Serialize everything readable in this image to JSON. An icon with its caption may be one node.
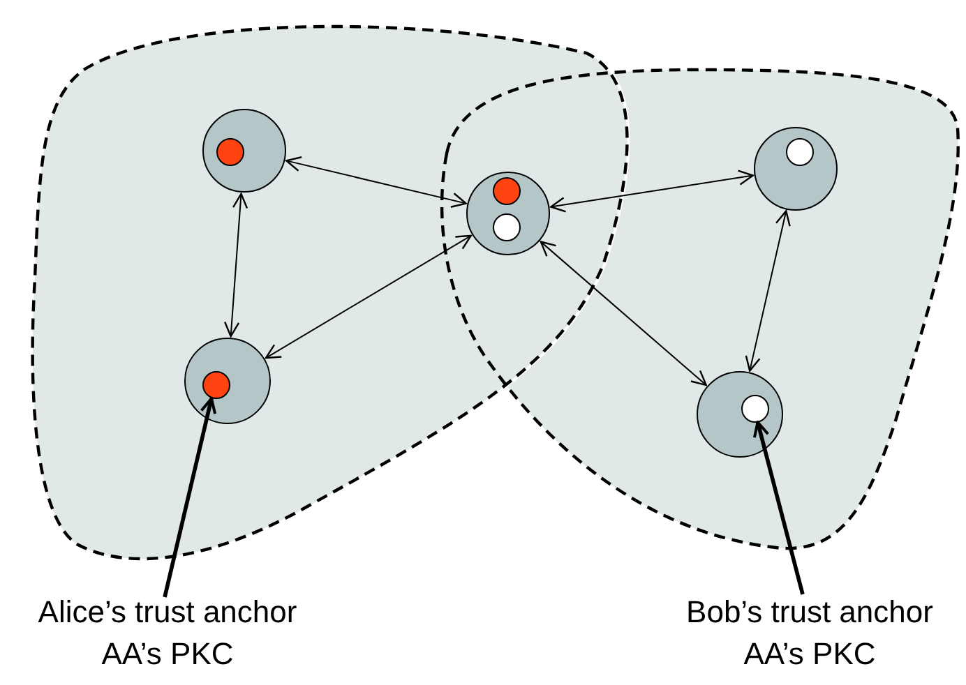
{
  "diagram": {
    "nodes": [
      {
        "text": [],
        "shape": "cloud"
      },
      {
        "text": [],
        "shape": "cloud"
      },
      {
        "text": [],
        "shape": "circle",
        "in": 0
      },
      {
        "text": [],
        "shape": "circle",
        "in": 2
      },
      {
        "text": [],
        "shape": "circle"
      },
      {
        "text": [],
        "shape": "circle",
        "in": 4
      },
      {
        "text": [],
        "shape": "circle",
        "in": 4
      },
      {
        "text": [],
        "shape": "circle",
        "in": 1
      },
      {
        "text": [],
        "shape": "circle",
        "in": 7
      },
      {
        "text": [],
        "shape": "circle",
        "in": 0
      },
      {
        "text": [],
        "shape": "circle",
        "in": 9
      },
      {
        "text": [],
        "shape": "circle",
        "in": 1
      },
      {
        "text": [],
        "shape": "circle",
        "in": 11
      },
      {
        "text": [
          "Alice’s trust anchor",
          "AA’s PKC"
        ]
      },
      {
        "text": [
          "Bob’s trust anchor",
          "AA’s PKC"
        ]
      }
    ],
    "edges": [
      {
        "from": 2,
        "to": 4,
        "arrow": "both"
      },
      {
        "from": 2,
        "to": 9,
        "arrow": "both"
      },
      {
        "from": 9,
        "to": 4,
        "arrow": "both"
      },
      {
        "from": 4,
        "to": 7,
        "arrow": "both"
      },
      {
        "from": 4,
        "to": 11,
        "arrow": "both"
      },
      {
        "from": 7,
        "to": 11,
        "arrow": "both"
      },
      {
        "from": 13,
        "to": 10,
        "arrow": "to",
        "style": "thick"
      },
      {
        "from": 14,
        "to": 12,
        "arrow": "to",
        "style": "thick"
      }
    ]
  }
}
